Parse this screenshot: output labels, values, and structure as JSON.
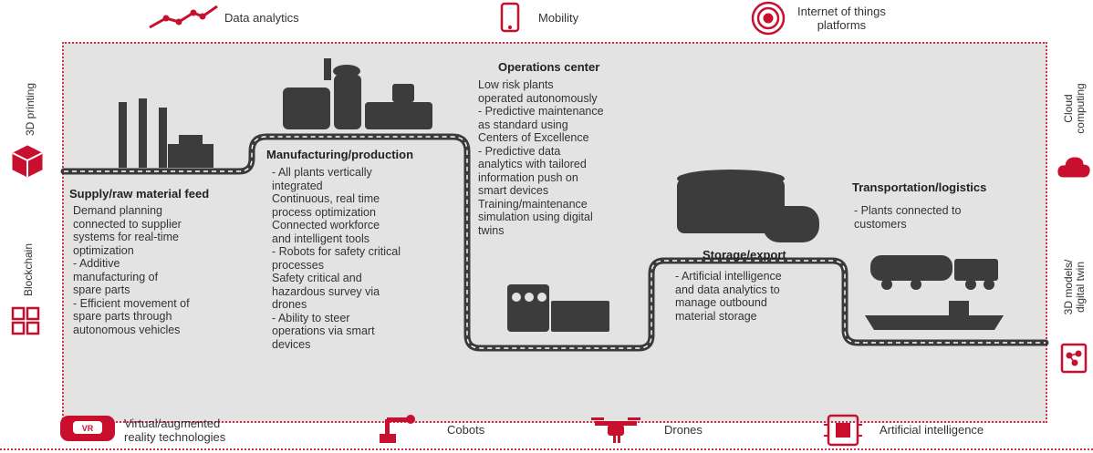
{
  "top_technologies": [
    {
      "icon": "line-chart-icon",
      "label": "Data analytics"
    },
    {
      "icon": "tablet-icon",
      "label": "Mobility"
    },
    {
      "icon": "iot-signal-icon",
      "label": "Internet of things\nplatforms"
    }
  ],
  "left_technologies": [
    {
      "icon": "cube-icon",
      "label": "3D printing"
    },
    {
      "icon": "blockchain-icon",
      "label": "Blockchain"
    }
  ],
  "right_technologies": [
    {
      "icon": "cloud-icon",
      "label": "Cloud\ncomputing"
    },
    {
      "icon": "digital-twin-icon",
      "label": "3D models/\ndigital twin"
    }
  ],
  "bottom_technologies": [
    {
      "icon": "vr-headset-icon",
      "label": "Virtual/augmented\nreality technologies"
    },
    {
      "icon": "cobot-arm-icon",
      "label": "Cobots"
    },
    {
      "icon": "drone-icon",
      "label": "Drones"
    },
    {
      "icon": "brain-chip-icon",
      "label": "Artificial intelligence"
    }
  ],
  "stages": {
    "supply": {
      "title": "Supply/raw material feed",
      "items": [
        "Demand planning\nconnected to supplier\nsystems for real-time\noptimization",
        "- Additive\n  manufacturing of\n  spare parts",
        "- Efficient movement of\n  spare parts through\n  autonomous vehicles"
      ]
    },
    "manufacturing": {
      "title": "Manufacturing/production",
      "items": [
        "- All plants vertically\n  integrated",
        "  Continuous, real time\n  process optimization",
        "  Connected workforce\n  and intelligent tools",
        "- Robots for safety critical\n  processes",
        "  Safety critical and\n  hazardous survey via\n  drones",
        "- Ability to steer\n  operations via smart\n  devices"
      ]
    },
    "operations": {
      "title": "Operations center",
      "items": [
        "Low risk plants\noperated autonomously",
        "- Predictive maintenance\n  as standard using\n  Centers of Excellence",
        "- Predictive data\n  analytics with tailored\n  information push on\n  smart devices",
        "  Training/maintenance\n  simulation using digital\n  twins"
      ]
    },
    "storage": {
      "title": "Storage/export",
      "items": [
        "- Artificial intelligence\n  and data analytics to\n  manage outbound\n  material storage"
      ]
    },
    "transport": {
      "title": "Transportation/logistics",
      "items": [
        "- Plants connected to\n  customers"
      ]
    }
  },
  "colors": {
    "accent": "#c8102e",
    "panel": "#e3e3e3",
    "pipe": "#3a3a3a"
  }
}
